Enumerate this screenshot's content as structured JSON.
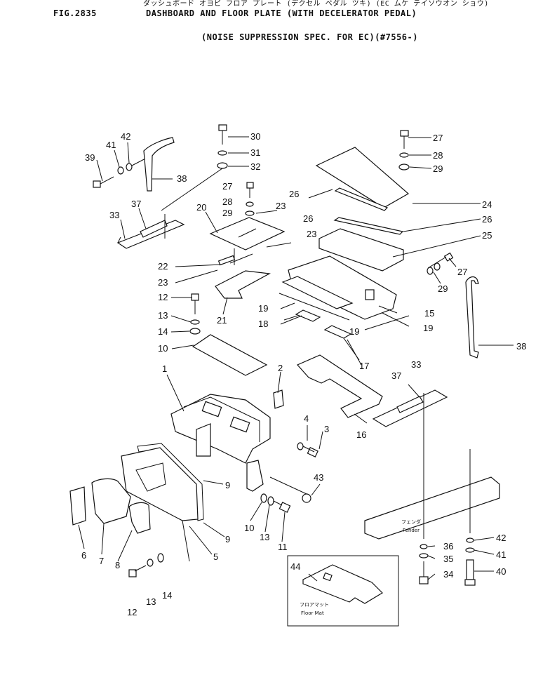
{
  "header": {
    "fig_no": "FIG.2835",
    "title_jp": "ダッシュボード オヨビ フロア プレート (デクセル ペダル ツキ) (EC ムケ テイソウオン ショウ)",
    "title_en": "DASHBOARD AND FLOOR PLATE (WITH DECELERATOR PEDAL)",
    "subtitle": "(NOISE SUPPRESSION SPEC. FOR EC)(#7556-)"
  },
  "inset": {
    "label_jp": "フロアマット",
    "label_en": "Floor Mat"
  },
  "fender": {
    "label_jp": "フェンダ",
    "label_en": "Fender"
  },
  "callouts": [
    {
      "id": "c30",
      "text": "30"
    },
    {
      "id": "c31",
      "text": "31"
    },
    {
      "id": "c32",
      "text": "32"
    },
    {
      "id": "c42a",
      "text": "42"
    },
    {
      "id": "c41a",
      "text": "41"
    },
    {
      "id": "c39",
      "text": "39"
    },
    {
      "id": "c38a",
      "text": "38"
    },
    {
      "id": "c27a",
      "text": "27"
    },
    {
      "id": "c28a",
      "text": "28"
    },
    {
      "id": "c29a",
      "text": "29"
    },
    {
      "id": "c27b",
      "text": "27"
    },
    {
      "id": "c28b",
      "text": "28"
    },
    {
      "id": "c29b",
      "text": "29"
    },
    {
      "id": "c26a",
      "text": "26"
    },
    {
      "id": "c24",
      "text": "24"
    },
    {
      "id": "c26b",
      "text": "26"
    },
    {
      "id": "c26c",
      "text": "26"
    },
    {
      "id": "c25",
      "text": "25"
    },
    {
      "id": "c27c",
      "text": "27"
    },
    {
      "id": "c29c",
      "text": "29"
    },
    {
      "id": "c23a",
      "text": "23"
    },
    {
      "id": "c23b",
      "text": "23"
    },
    {
      "id": "c20",
      "text": "20"
    },
    {
      "id": "c33a",
      "text": "33"
    },
    {
      "id": "c37a",
      "text": "37"
    },
    {
      "id": "c22",
      "text": "22"
    },
    {
      "id": "c23c",
      "text": "23"
    },
    {
      "id": "c21",
      "text": "21"
    },
    {
      "id": "c12a",
      "text": "12"
    },
    {
      "id": "c13a",
      "text": "13"
    },
    {
      "id": "c14a",
      "text": "14"
    },
    {
      "id": "c10a",
      "text": "10"
    },
    {
      "id": "c19a",
      "text": "19"
    },
    {
      "id": "c18",
      "text": "18"
    },
    {
      "id": "c19b",
      "text": "19"
    },
    {
      "id": "c19c",
      "text": "19"
    },
    {
      "id": "c15",
      "text": "15"
    },
    {
      "id": "c17",
      "text": "17"
    },
    {
      "id": "c38b",
      "text": "38"
    },
    {
      "id": "c33b",
      "text": "33"
    },
    {
      "id": "c37b",
      "text": "37"
    },
    {
      "id": "c16",
      "text": "16"
    },
    {
      "id": "c1",
      "text": "1"
    },
    {
      "id": "c2",
      "text": "2"
    },
    {
      "id": "c4",
      "text": "4"
    },
    {
      "id": "c3",
      "text": "3"
    },
    {
      "id": "c43",
      "text": "43"
    },
    {
      "id": "c9a",
      "text": "9"
    },
    {
      "id": "c9b",
      "text": "9"
    },
    {
      "id": "c10b",
      "text": "10"
    },
    {
      "id": "c13b",
      "text": "13"
    },
    {
      "id": "c11",
      "text": "11"
    },
    {
      "id": "c6",
      "text": "6"
    },
    {
      "id": "c7",
      "text": "7"
    },
    {
      "id": "c8",
      "text": "8"
    },
    {
      "id": "c5",
      "text": "5"
    },
    {
      "id": "c12b",
      "text": "12"
    },
    {
      "id": "c13c",
      "text": "13"
    },
    {
      "id": "c14b",
      "text": "14"
    },
    {
      "id": "c44",
      "text": "44"
    },
    {
      "id": "c36",
      "text": "36"
    },
    {
      "id": "c35",
      "text": "35"
    },
    {
      "id": "c34",
      "text": "34"
    },
    {
      "id": "c42b",
      "text": "42"
    },
    {
      "id": "c41b",
      "text": "41"
    },
    {
      "id": "c40",
      "text": "40"
    }
  ]
}
